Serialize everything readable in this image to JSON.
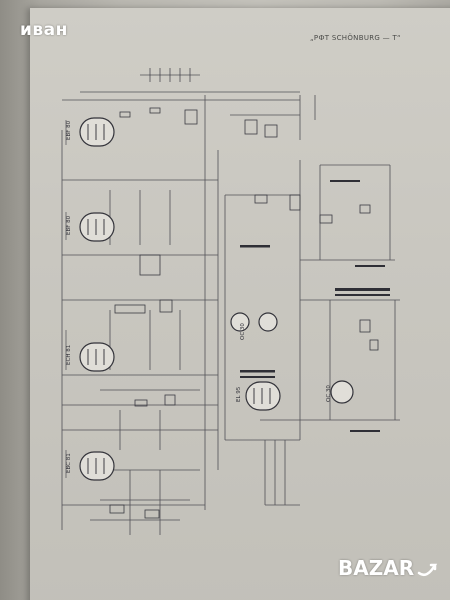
{
  "watermark": {
    "text": "иван"
  },
  "header": {
    "title": "„РФТ SCHÖNBURG — T“"
  },
  "brand": {
    "name": "BAZAR",
    "icon": "arrow-logo-icon"
  },
  "tube_labels": [
    "EBF 80",
    "EBF 80",
    "ECH 81",
    "EBC 81",
    "EL 95",
    "OC 30",
    "OC 30"
  ],
  "colors": {
    "page": "#c9c7c0",
    "ink": "#3a3a40",
    "watermark": "#ffffff"
  }
}
